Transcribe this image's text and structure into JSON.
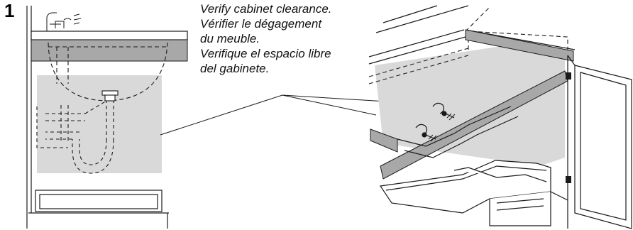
{
  "step": {
    "number": "1"
  },
  "caption": {
    "english": "Verify cabinet clearance.",
    "french_line1": "Vérifier le dégagement",
    "french_line2": "du meuble.",
    "spanish_line1": "Verifique el espacio libre",
    "spanish_line2": "del gabinete."
  },
  "colors": {
    "clearance_zone": "#d9d9d9",
    "rail_fill": "#a8a8a8",
    "line": "#1a1a1a"
  }
}
